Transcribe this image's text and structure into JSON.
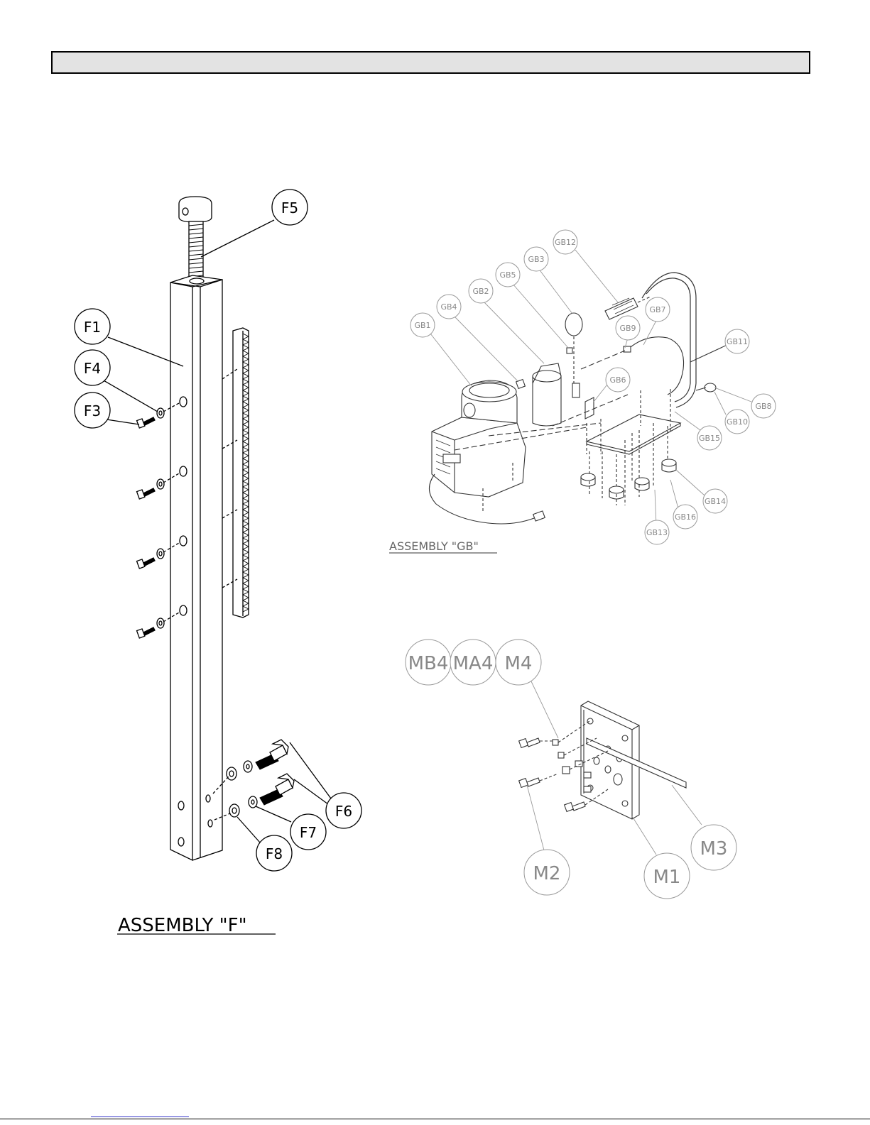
{
  "assembly_f": {
    "caption": "ASSEMBLY \"F\"",
    "callouts": [
      "F1",
      "F3",
      "F4",
      "F5",
      "F6",
      "F7",
      "F8"
    ]
  },
  "assembly_gb": {
    "caption": "ASSEMBLY \"GB\"",
    "callouts": [
      "GB1",
      "GB2",
      "GB3",
      "GB4",
      "GB5",
      "GB6",
      "GB7",
      "GB8",
      "GB9",
      "GB10",
      "GB11",
      "GB12",
      "GB13",
      "GB14",
      "GB15",
      "GB16"
    ]
  },
  "assembly_m": {
    "callouts": [
      "MB4",
      "MA4",
      "M4",
      "M1",
      "M2",
      "M3"
    ]
  }
}
